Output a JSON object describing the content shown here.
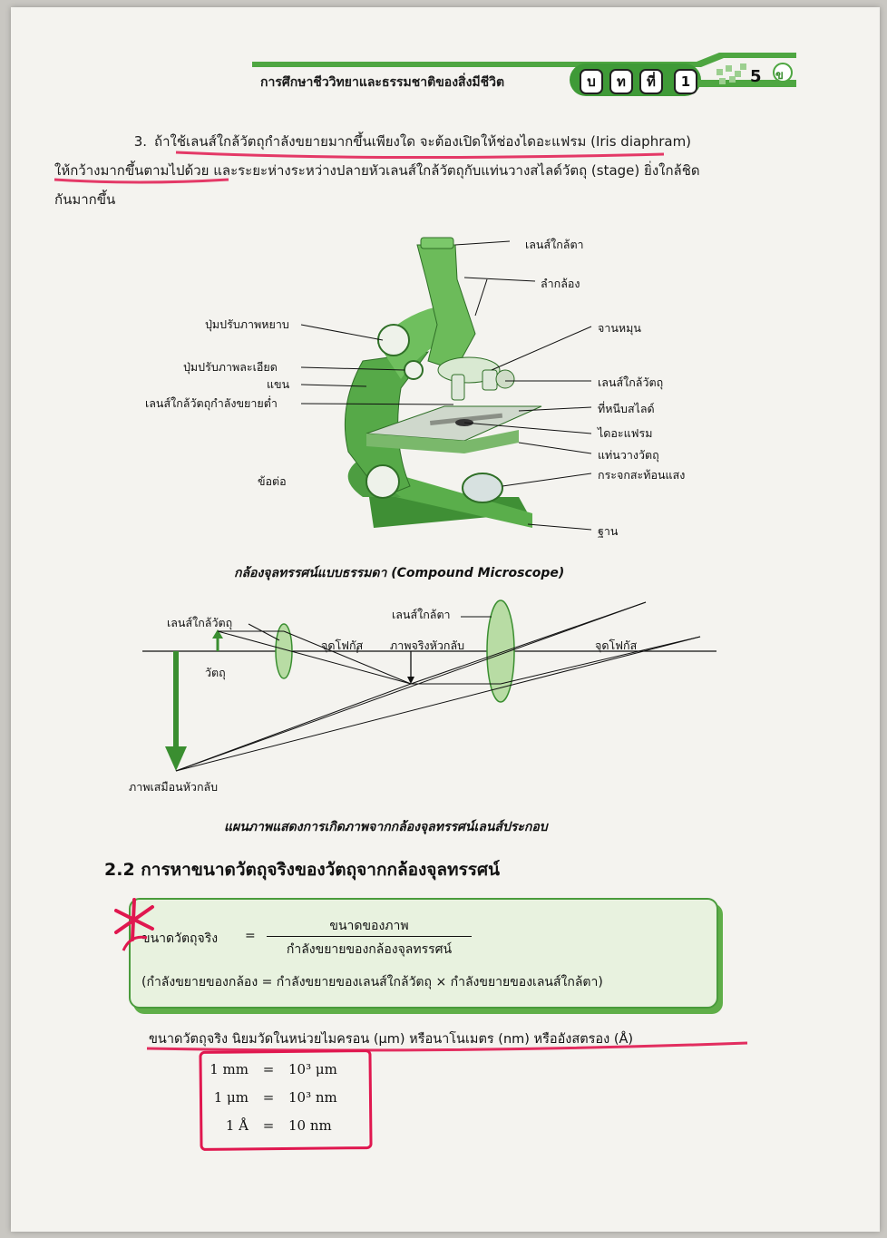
{
  "header": {
    "title": "การศึกษาชีววิทยาและธรรมชาติของสิ่งมีชีวิต",
    "chapter_chars": [
      "บ",
      "ท",
      "ที่",
      "1"
    ],
    "page_number": "5",
    "corner_glyph": "ข"
  },
  "intro": {
    "number": "3.",
    "line1": "ถ้าใช้เลนส์ใกล้วัตถุกำลังขยายมากขึ้นเพียงใด จะต้องเปิดให้ช่องไดอะแฟรม (Iris diaphram)",
    "line2": "ให้กว้างมากขึ้นตามไปด้วย และระยะห่างระหว่างปลายหัวเลนส์ใกล้วัตถุกับแท่นวางสไลด์วัตถุ (stage) ยิ่งใกล้ชิด",
    "line3": "กันมากขึ้น"
  },
  "microscope": {
    "labels_right": [
      "เลนส์ใกล้ตา",
      "ลำกล้อง",
      "จานหมุน",
      "เลนส์ใกล้วัตถุ",
      "ที่หนีบสไลด์",
      "ไดอะแฟรม",
      "แท่นวางวัตถุ",
      "กระจกสะท้อนแสง",
      "ฐาน"
    ],
    "labels_left": [
      "ปุ่มปรับภาพหยาบ",
      "ปุ่มปรับภาพละเอียด",
      "แขน",
      "เลนส์ใกล้วัตถุกำลังขยายต่ำ",
      "ข้อต่อ"
    ],
    "caption": "กล้องจุลทรรศน์แบบธรรมดา (Compound Microscope)"
  },
  "ray_diagram": {
    "labels": {
      "objective": "เลนส์ใกล้วัตถุ",
      "eyepiece": "เลนส์ใกล้ตา",
      "focal_point_1": "จุดโฟกัส",
      "real_image": "ภาพจริงหัวกลับ",
      "focal_point_2": "จุดโฟกัส",
      "object": "วัตถุ",
      "virtual_image": "ภาพเสมือนหัวกลับ"
    },
    "caption": "แผนภาพแสดงการเกิดภาพจากกล้องจุลทรรศน์เลนส์ประกอบ"
  },
  "section": {
    "title": "2.2 การหาขนาดวัตถุจริงของวัตถุจากกล้องจุลทรรศน์"
  },
  "formula": {
    "lhs": "ขนาดวัตถุจริง",
    "equals": "=",
    "numerator": "ขนาดของภาพ",
    "denominator": "กำลังขยายของกล้องจุลทรรศน์",
    "note": "(กำลังขยายของกล้อง = กำลังขยายของเลนส์ใกล้วัตถุ × กำลังขยายของเลนส์ใกล้ตา)"
  },
  "units": {
    "sentence": "ขนาดวัตถุจริง นิยมวัดในหน่วยไมครอน (μm) หรือนาโนเมตร (nm) หรืออังสตรอง (Å)",
    "rows": [
      {
        "left": "1 mm",
        "eq": "=",
        "right": "10³ μm"
      },
      {
        "left": "1 μm",
        "eq": "=",
        "right": "10³ nm"
      },
      {
        "left": "1 Å",
        "eq": "=",
        "right": "10 nm"
      }
    ]
  },
  "colors": {
    "accent_green": "#4a9b3c",
    "highlighter_pink": "#e0174f"
  }
}
